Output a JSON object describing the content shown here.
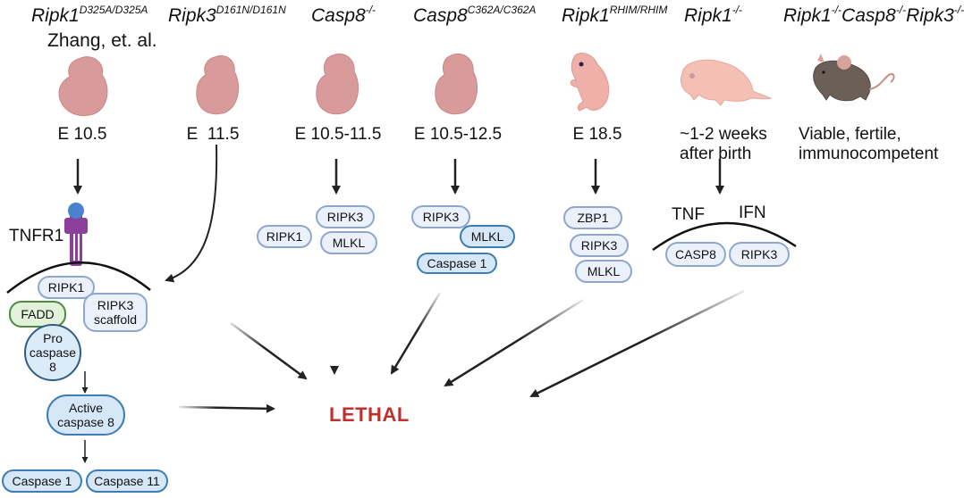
{
  "columns": [
    {
      "id": "ripk1-d325a",
      "gene": "Ripk1",
      "allele": "D325A/D325A",
      "note": "Zhang, et. al.",
      "stage": "E 10.5",
      "organism": "embryo-icon"
    },
    {
      "id": "ripk3-d161n",
      "gene": "Ripk3",
      "allele": "D161N/D161N",
      "stage": "E  11.5",
      "organism": "embryo-icon"
    },
    {
      "id": "casp8-ko",
      "gene": "Casp8",
      "allele": "-/-",
      "stage": "E 10.5-11.5",
      "organism": "embryo-icon"
    },
    {
      "id": "casp8-c362a",
      "gene": "Casp8",
      "allele": "C362A/C362A",
      "stage": "E 10.5-12.5",
      "organism": "embryo-icon"
    },
    {
      "id": "ripk1-rhim",
      "gene": "Ripk1",
      "allele": "RHIM/RHIM",
      "stage": "E 18.5",
      "organism": "late-fetus-icon"
    },
    {
      "id": "ripk1-ko",
      "gene": "Ripk1",
      "allele": "-/-",
      "stage_line1": "~1-2 weeks",
      "stage_line2": "after birth",
      "organism": "neonate-mouse-icon"
    },
    {
      "id": "tko",
      "genes": [
        {
          "gene": "Ripk1",
          "allele": "-/-"
        },
        {
          "gene": "Casp8",
          "allele": "-/-"
        },
        {
          "gene": "Ripk3",
          "allele": "-/-"
        }
      ],
      "stage_line1": "Viable, fertile,",
      "stage_line2": "immunocompetent",
      "organism": "adult-mouse-icon"
    }
  ],
  "pathway1": {
    "receptor": "TNFR1",
    "ripk1": "RIPK1",
    "fadd": "FADD",
    "ripk3_scaffold_l1": "RIPK3",
    "ripk3_scaffold_l2": "scaffold",
    "procasp_l1": "Pro",
    "procasp_l2": "caspase",
    "procasp_l3": "8",
    "active_l1": "Active",
    "active_l2": "caspase 8",
    "casp1": "Caspase 1",
    "casp11": "Caspase 11"
  },
  "pathway_casp8_ko": {
    "ripk1": "RIPK1",
    "ripk3": "RIPK3",
    "mlkl": "MLKL"
  },
  "pathway_casp8_c362a": {
    "ripk3": "RIPK3",
    "mlkl": "MLKL",
    "casp1": "Caspase 1"
  },
  "pathway_rhim": {
    "zbp1": "ZBP1",
    "ripk3": "RIPK3",
    "mlkl": "MLKL"
  },
  "pathway_ripk1_ko": {
    "tnf": "TNF",
    "ifn": "IFN",
    "casp8": "CASP8",
    "ripk3": "RIPK3"
  },
  "outcome": "LETHAL",
  "colors": {
    "lethal": "#c0302c",
    "pill_border": "#8fa6cf",
    "pill_fill": "#eaf1fb",
    "dark_border": "#3d7cb4",
    "fadd_border": "#4f8b3c"
  }
}
